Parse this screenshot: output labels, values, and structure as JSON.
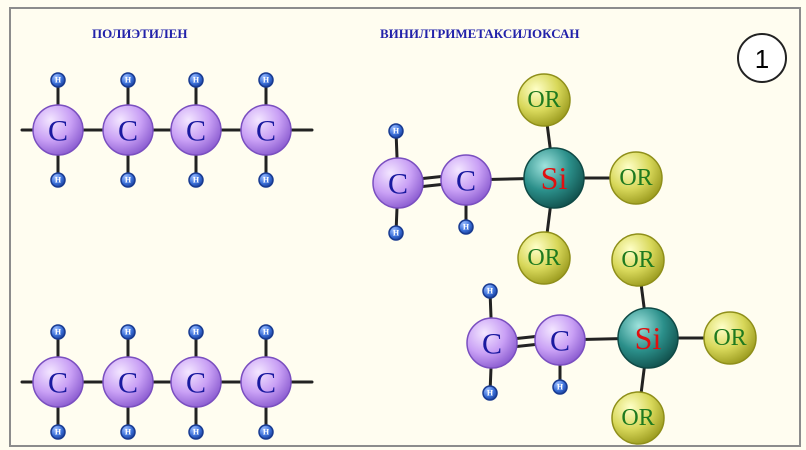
{
  "captions": {
    "left": "ПОЛИЭТИЛЕН",
    "right": "ВИНИЛТРИМЕТАКСИЛОКСАН"
  },
  "badge": "1",
  "atoms": {
    "carbon": "C",
    "hydrogen": "H",
    "silicon": "Si",
    "alkoxy": "OR"
  },
  "colors": {
    "background": "#fffdf0",
    "border": "#8c8c8c",
    "carbon": "#c9a0f5",
    "hydrogen": "#3a6fd8",
    "silicon": "#2b8f8a",
    "alkoxy": "#d8d85a",
    "caption": "#2222aa",
    "bond": "#222222"
  }
}
